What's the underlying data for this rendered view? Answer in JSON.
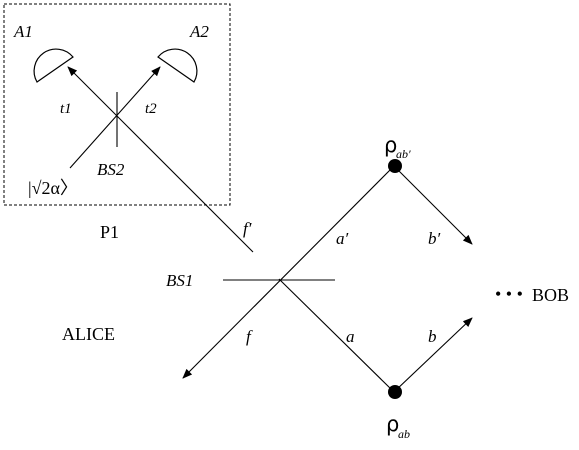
{
  "labels": {
    "detector_1": "A1",
    "detector_2": "A2",
    "port_1": "t1",
    "port_2": "t2",
    "splitter_2": "BS2",
    "splitter_1": "BS1",
    "input_state": "|√2α〉",
    "box_label": "P1",
    "mode_f_prime": "f′",
    "mode_f": "f",
    "mode_a_prime": "a′",
    "mode_a": "a",
    "mode_b_prime": "b′",
    "mode_b": "b",
    "party_alice": "ALICE",
    "party_bob": "BOB",
    "ellipsis": "• • •",
    "rho_top_symbol": "ρ",
    "rho_top_sub": "ab′",
    "rho_bottom_symbol": "ρ",
    "rho_bottom_sub": "ab"
  },
  "colors": {
    "ink": "#000000",
    "background": "#ffffff"
  }
}
